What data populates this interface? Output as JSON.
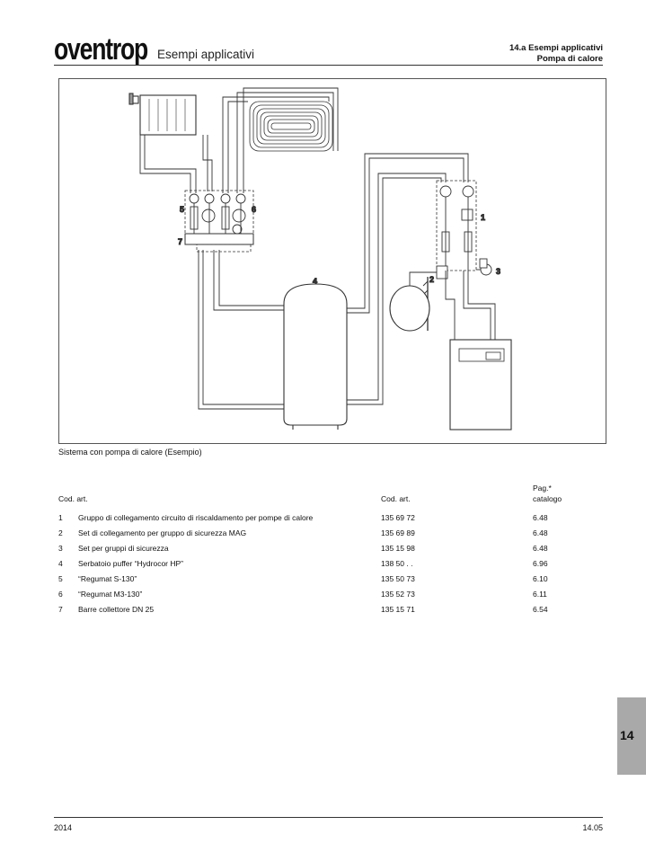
{
  "header": {
    "logo": "oventrop",
    "section_title": "Esempi applicativi",
    "chapter": "14.a Esempi applicativi",
    "subchapter": "Pompa di calore"
  },
  "figure": {
    "caption": "Sistema con pompa di calore (Esempio)",
    "labels": [
      "1",
      "2",
      "3",
      "4",
      "5",
      "6",
      "7"
    ]
  },
  "table": {
    "headers": {
      "num": "Cod. art.",
      "code": "Cod. art.",
      "page_top": "Pag.*",
      "page_bottom": "catalogo"
    },
    "rows": [
      {
        "num": "1",
        "desc": "Gruppo di collegamento circuito di riscaldamento per pompe di calore",
        "code": "135 69 72",
        "page": "6.48"
      },
      {
        "num": "2",
        "desc": "Set di collegamento per gruppo di sicurezza MAG",
        "code": "135 69 89",
        "page": "6.48"
      },
      {
        "num": "3",
        "desc": "Set per gruppi di sicurezza",
        "code": "135 15 98",
        "page": "6.48"
      },
      {
        "num": "4",
        "desc": "Serbatoio puffer “Hydrocor HP”",
        "code": "138 50 . .",
        "page": "6.96"
      },
      {
        "num": "5",
        "desc": "“Regumat S-130”",
        "code": "135 50 73",
        "page": "6.10"
      },
      {
        "num": "6",
        "desc": "“Regumat M3-130”",
        "code": "135 52 73",
        "page": "6.11"
      },
      {
        "num": "7",
        "desc": "Barre collettore DN 25",
        "code": "135 15 71",
        "page": "6.54"
      }
    ]
  },
  "side_tab": "14",
  "footer": {
    "year": "2014",
    "page": "14.05"
  }
}
